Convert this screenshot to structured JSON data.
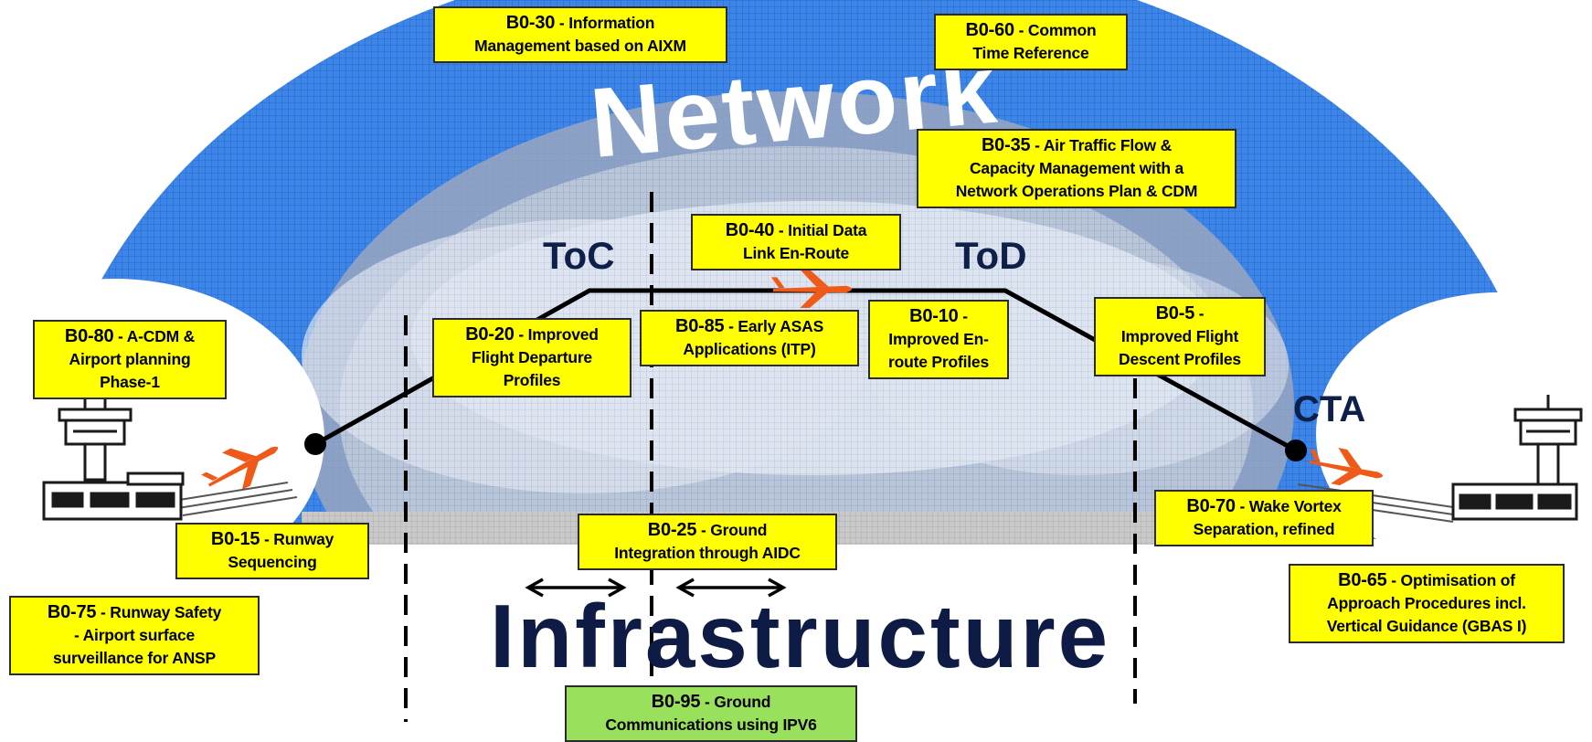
{
  "labels": {
    "network": "Network",
    "infrastructure": "Infrastructure",
    "toc": "ToC",
    "tod": "ToD",
    "cta": "CTA"
  },
  "boxes": {
    "b0_30": {
      "code": "B0-30",
      "line1": "- Information",
      "line2": "Management based on AIXM"
    },
    "b0_60": {
      "code": "B0-60",
      "line1": "- Common",
      "line2": "Time Reference"
    },
    "b0_35": {
      "code": "B0-35",
      "line1": "- Air Traffic Flow &",
      "line2": "Capacity Management with a",
      "line3": "Network Operations Plan & CDM"
    },
    "b0_40": {
      "code": "B0-40",
      "line1": "- Initial Data",
      "line2": "Link En-Route"
    },
    "b0_80": {
      "code": "B0-80",
      "line1": "- A-CDM &",
      "line2": "Airport planning",
      "line3": "Phase-1"
    },
    "b0_20": {
      "code": "B0-20",
      "line1": "- Improved",
      "line2": "Flight Departure",
      "line3": "Profiles"
    },
    "b0_85": {
      "code": "B0-85",
      "line1": "- Early ASAS",
      "line2": "Applications (ITP)"
    },
    "b0_10": {
      "code": "B0-10",
      "line1": "-",
      "line2": "Improved En-",
      "line3": "route Profiles"
    },
    "b0_5": {
      "code": "B0-5",
      "line1": "-",
      "line2": "Improved Flight",
      "line3": "Descent Profiles"
    },
    "b0_15": {
      "code": "B0-15",
      "line1": "- Runway",
      "line2": "Sequencing"
    },
    "b0_25": {
      "code": "B0-25",
      "line1": "- Ground",
      "line2": "Integration through AIDC"
    },
    "b0_70": {
      "code": "B0-70",
      "line1": "- Wake Vortex",
      "line2": "Separation, refined"
    },
    "b0_65": {
      "code": "B0-65",
      "line1": "- Optimisation of",
      "line2": "Approach Procedures incl.",
      "line3": "Vertical Guidance (GBAS I)"
    },
    "b0_75": {
      "code": "B0-75",
      "line1": "- Runway Safety",
      "line2": "- Airport surface",
      "line3": "surveillance for ANSP"
    },
    "b0_95": {
      "code": "B0-95",
      "line1": "- Ground",
      "line2": "Communications using IPV6"
    }
  },
  "colors": {
    "network_blue": "#3a84e6",
    "cloud_grey": "#b8c4d8",
    "box_yellow": "#ffff00",
    "box_green": "#99e05c",
    "aircraft_orange": "#ef5a18",
    "label_navy": "#0e1f4a"
  },
  "icons": [
    "control-tower-icon",
    "airport-terminal-icon",
    "aircraft-icon",
    "double-arrow-icon"
  ]
}
